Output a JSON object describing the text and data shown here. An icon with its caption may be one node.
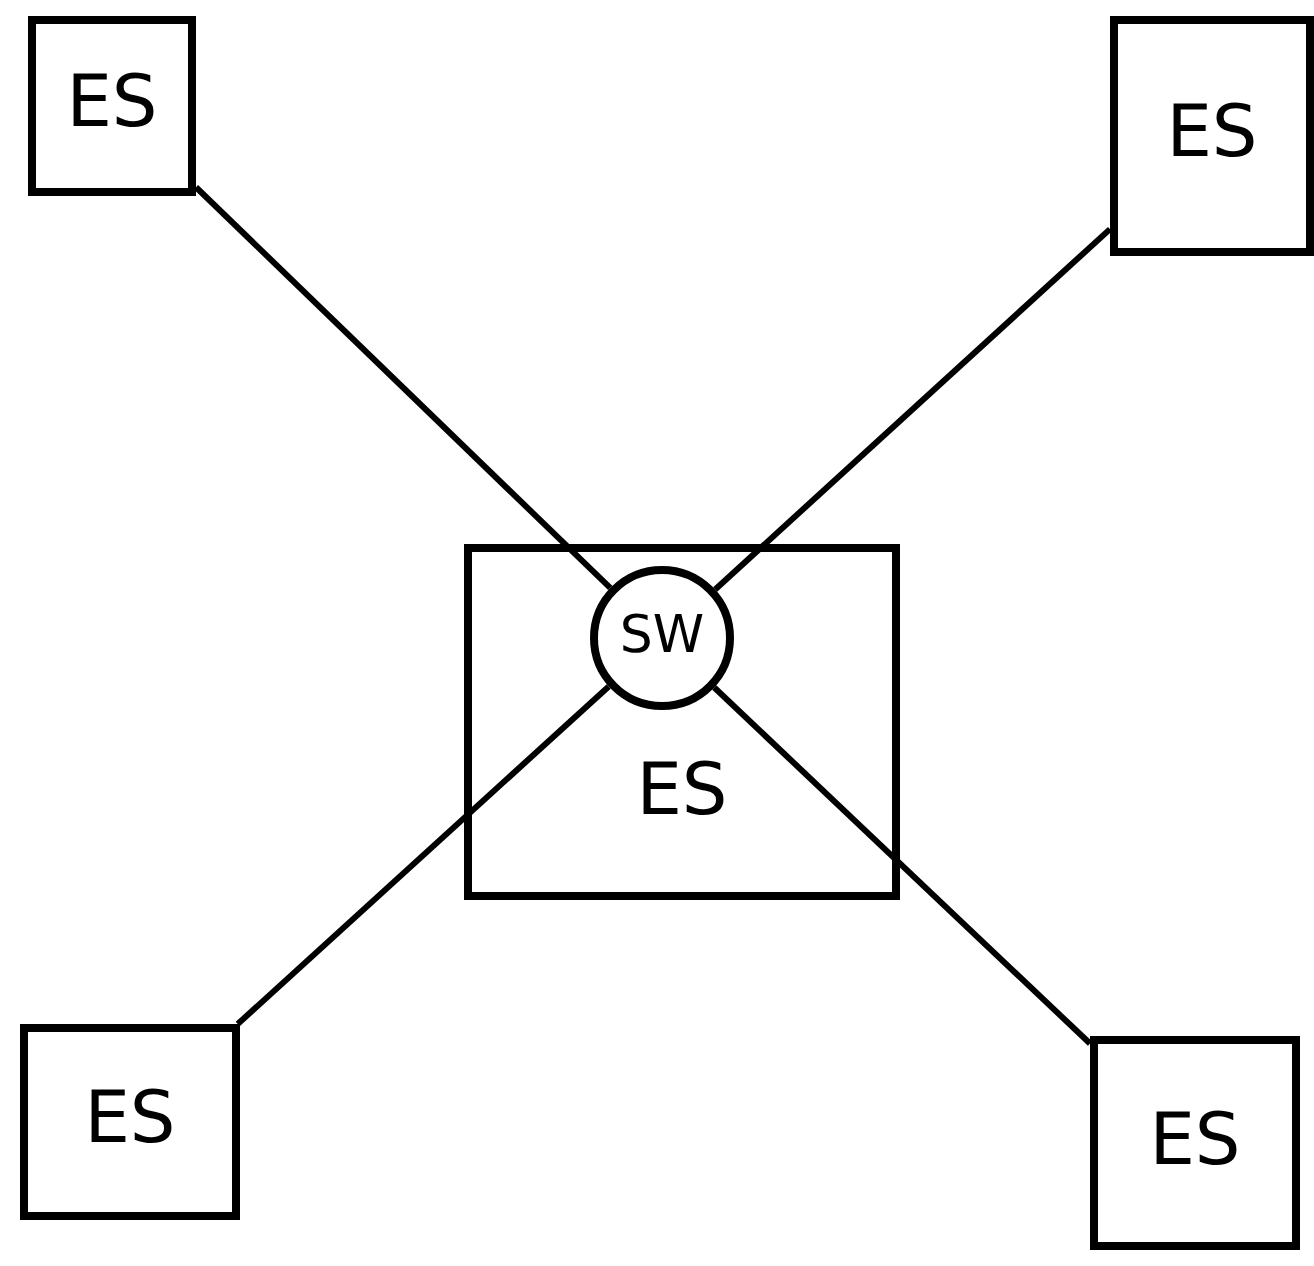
{
  "diagram": {
    "nodes": [
      {
        "text": [
          "ES"
        ]
      },
      {
        "text": [
          "ES"
        ]
      },
      {
        "text": [
          "ES"
        ]
      },
      {
        "text": [
          "SW"
        ],
        "in": 2
      },
      {
        "text": [
          "ES"
        ]
      },
      {
        "text": [
          "ES"
        ]
      }
    ],
    "edges": [
      {
        "from": 0,
        "to": 3,
        "arrow": "none"
      },
      {
        "from": 1,
        "to": 3,
        "arrow": "none"
      },
      {
        "from": 4,
        "to": 3,
        "arrow": "none"
      },
      {
        "from": 5,
        "to": 3,
        "arrow": "none"
      }
    ]
  }
}
